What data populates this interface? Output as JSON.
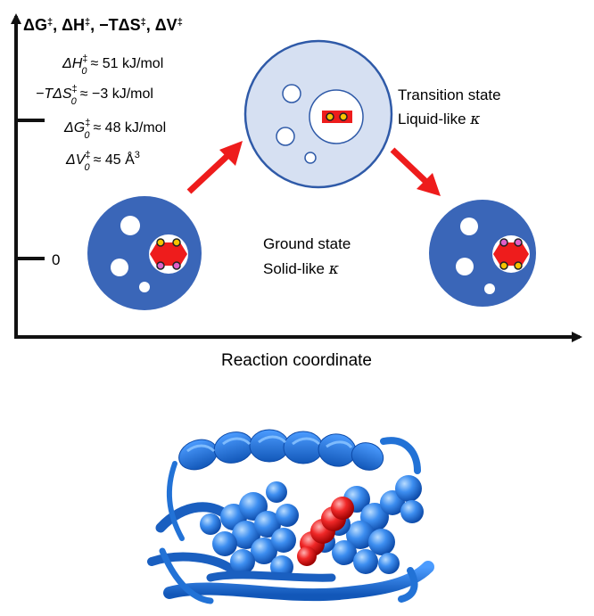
{
  "axes": {
    "y_title_parts": [
      "ΔG",
      "‡",
      ", ΔH",
      "‡",
      ", −TΔS",
      "‡",
      ", ΔV",
      "‡"
    ],
    "y_tick_zero": "0",
    "x_title": "Reaction coordinate"
  },
  "equations": [
    {
      "sym": "ΔH",
      "sup": "‡",
      "sub": "0",
      "rest": "≈ 51 kJ/mol"
    },
    {
      "sym": "−TΔS",
      "sup": "‡",
      "sub": "0",
      "rest": "≈ −3 kJ/mol"
    },
    {
      "sym": "ΔG",
      "sup": "‡",
      "sub": "0",
      "rest": "≈ 48 kJ/mol"
    },
    {
      "sym": "ΔV",
      "sup": "‡",
      "sub": "0",
      "rest": "≈ 45 Å",
      "exp": "3"
    }
  ],
  "states": {
    "transition": {
      "line1": "Transition state",
      "line2": "Liquid-like ",
      "kappa": "κ"
    },
    "ground": {
      "line1": "Ground state",
      "line2": "Solid-like ",
      "kappa": "κ"
    }
  },
  "colors": {
    "protein_blue": "#3a66b8",
    "transition_fill": "#d6e0f2",
    "ligand_red": "#ee1c1c",
    "arrow_red": "#ee1c1c",
    "atom_yellow": "#f7c400",
    "atom_magenta": "#e060c8",
    "ribbon_blue": "#1e6fd0",
    "sphere_blue": "#2f7fe0"
  },
  "icons": [
    "ground-state-cavity-icon",
    "transition-state-cavity-icon",
    "product-state-cavity-icon",
    "protein-structure-icon"
  ]
}
